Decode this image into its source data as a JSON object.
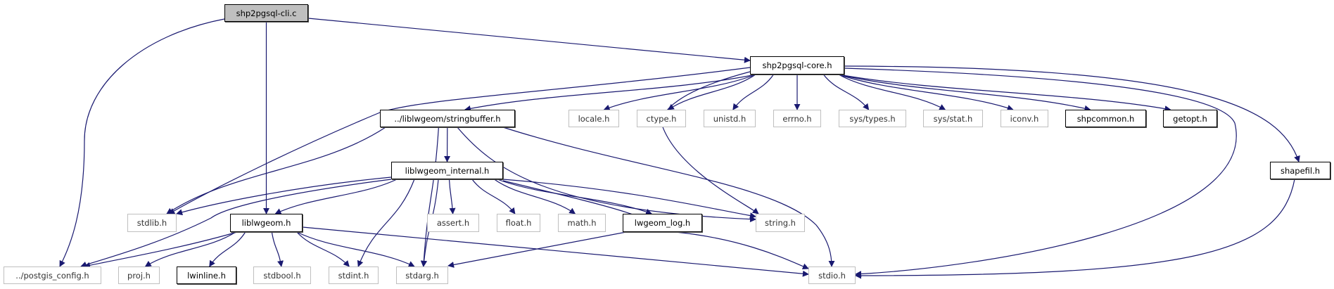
{
  "colors": {
    "edge": "#191970",
    "root_fill": "#bfbfbf",
    "external_border": "#bfbfbf",
    "documented_border": "#000000"
  },
  "nodes": [
    {
      "id": "cli",
      "label": "shp2pgsql-cli.c",
      "style": "root"
    },
    {
      "id": "core",
      "label": "shp2pgsql-core.h",
      "style": "documented"
    },
    {
      "id": "stringbuffer",
      "label": "../liblwgeom/stringbuffer.h",
      "style": "documented"
    },
    {
      "id": "locale",
      "label": "locale.h",
      "style": "external"
    },
    {
      "id": "ctype",
      "label": "ctype.h",
      "style": "external"
    },
    {
      "id": "unistd",
      "label": "unistd.h",
      "style": "external"
    },
    {
      "id": "errno",
      "label": "errno.h",
      "style": "external"
    },
    {
      "id": "systypes",
      "label": "sys/types.h",
      "style": "external"
    },
    {
      "id": "sysstat",
      "label": "sys/stat.h",
      "style": "external"
    },
    {
      "id": "iconv",
      "label": "iconv.h",
      "style": "external"
    },
    {
      "id": "shpcommon",
      "label": "shpcommon.h",
      "style": "documented"
    },
    {
      "id": "getopt",
      "label": "getopt.h",
      "style": "documented"
    },
    {
      "id": "internal",
      "label": "liblwgeom_internal.h",
      "style": "documented"
    },
    {
      "id": "shapefil",
      "label": "shapefil.h",
      "style": "documented"
    },
    {
      "id": "stdlib",
      "label": "stdlib.h",
      "style": "external"
    },
    {
      "id": "liblwgeom",
      "label": "liblwgeom.h",
      "style": "documented"
    },
    {
      "id": "assert",
      "label": "assert.h",
      "style": "external"
    },
    {
      "id": "float",
      "label": "float.h",
      "style": "external"
    },
    {
      "id": "math",
      "label": "math.h",
      "style": "external"
    },
    {
      "id": "lwgeomlog",
      "label": "lwgeom_log.h",
      "style": "documented"
    },
    {
      "id": "string",
      "label": "string.h",
      "style": "external"
    },
    {
      "id": "postgisconfig",
      "label": "../postgis_config.h",
      "style": "external"
    },
    {
      "id": "proj",
      "label": "proj.h",
      "style": "external"
    },
    {
      "id": "lwinline",
      "label": "lwinline.h",
      "style": "documented"
    },
    {
      "id": "stdbool",
      "label": "stdbool.h",
      "style": "external"
    },
    {
      "id": "stdint",
      "label": "stdint.h",
      "style": "external"
    },
    {
      "id": "stdarg",
      "label": "stdarg.h",
      "style": "external"
    },
    {
      "id": "stdio",
      "label": "stdio.h",
      "style": "external"
    }
  ],
  "edges": [
    [
      "cli",
      "postgisconfig"
    ],
    [
      "cli",
      "liblwgeom"
    ],
    [
      "cli",
      "core"
    ],
    [
      "core",
      "stdlib"
    ],
    [
      "core",
      "stringbuffer"
    ],
    [
      "core",
      "locale"
    ],
    [
      "core",
      "ctype"
    ],
    [
      "core",
      "unistd"
    ],
    [
      "core",
      "errno"
    ],
    [
      "core",
      "systypes"
    ],
    [
      "core",
      "sysstat"
    ],
    [
      "core",
      "iconv"
    ],
    [
      "core",
      "shpcommon"
    ],
    [
      "core",
      "getopt"
    ],
    [
      "core",
      "shapefil"
    ],
    [
      "core",
      "stdio"
    ],
    [
      "core",
      "string"
    ],
    [
      "stringbuffer",
      "stdlib"
    ],
    [
      "stringbuffer",
      "stdarg"
    ],
    [
      "stringbuffer",
      "internal"
    ],
    [
      "stringbuffer",
      "string"
    ],
    [
      "stringbuffer",
      "stdio"
    ],
    [
      "internal",
      "stdlib"
    ],
    [
      "internal",
      "postgisconfig"
    ],
    [
      "internal",
      "liblwgeom"
    ],
    [
      "internal",
      "stdint"
    ],
    [
      "internal",
      "stdarg"
    ],
    [
      "internal",
      "assert"
    ],
    [
      "internal",
      "float"
    ],
    [
      "internal",
      "math"
    ],
    [
      "internal",
      "lwgeomlog"
    ],
    [
      "internal",
      "string"
    ],
    [
      "internal",
      "stdio"
    ],
    [
      "liblwgeom",
      "postgisconfig"
    ],
    [
      "liblwgeom",
      "proj"
    ],
    [
      "liblwgeom",
      "lwinline"
    ],
    [
      "liblwgeom",
      "stdbool"
    ],
    [
      "liblwgeom",
      "stdint"
    ],
    [
      "liblwgeom",
      "stdarg"
    ],
    [
      "liblwgeom",
      "stdio"
    ],
    [
      "lwgeomlog",
      "stdarg"
    ],
    [
      "shapefil",
      "stdio"
    ]
  ]
}
